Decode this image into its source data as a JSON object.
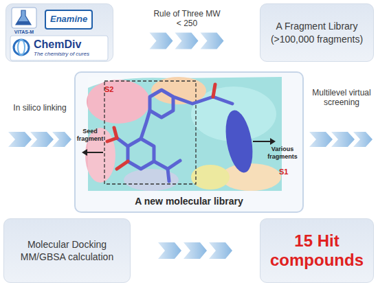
{
  "diagram": {
    "nodes": [
      {
        "text": [
          "VITAS-M",
          "Enamine",
          "ChemDiv",
          "The chemistry of cures"
        ]
      },
      {
        "text": [
          "A Fragment Library (>100,000 fragments)"
        ]
      },
      {
        "text": [
          "A new molecular library"
        ]
      },
      {
        "text": [
          "Molecular Docking MM/GBSA calculation"
        ]
      },
      {
        "text": [
          "15 Hit compounds"
        ]
      }
    ],
    "edges": [
      {
        "from": 0,
        "to": 1,
        "arrow": "to",
        "label": "Rule of Three MW < 250"
      },
      {
        "from": 3,
        "to": 4,
        "arrow": "to"
      }
    ],
    "labels": [
      "In silico linking",
      "Multilevel virtual screening",
      "Seed fragment",
      "S2",
      "S1",
      "Various fragments"
    ]
  }
}
